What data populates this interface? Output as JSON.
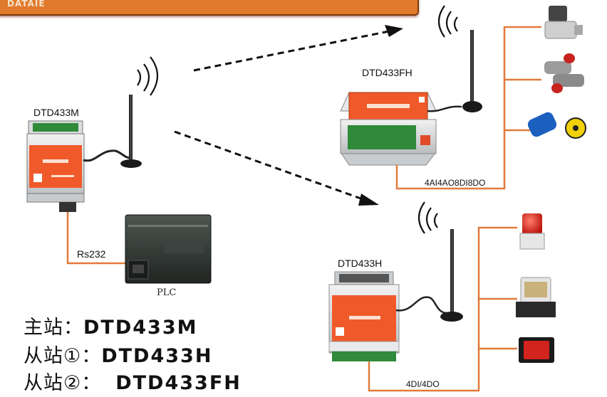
{
  "banner": {
    "logo_text": "DATAIE"
  },
  "devices": {
    "master": {
      "label": "DTD433M"
    },
    "slave_fh": {
      "label": "DTD433FH",
      "io_label": "4AI4AO8DI8DO"
    },
    "slave_h": {
      "label": "DTD433H",
      "io_label": "4DI/4DO"
    }
  },
  "links": {
    "rs232_label": "Rs232",
    "plc_label": "PLC"
  },
  "legend": {
    "master_prefix": "主站：",
    "master_value": "DTD433M",
    "slave1_prefix": "从站①：",
    "slave1_value": "DTD433H",
    "slave2_prefix": "从站②：",
    "slave2_value": "DTD433FH"
  },
  "colors": {
    "accent": "#e27a3a",
    "module_orange": "#f05a2a",
    "banner": "#e07a2c"
  }
}
